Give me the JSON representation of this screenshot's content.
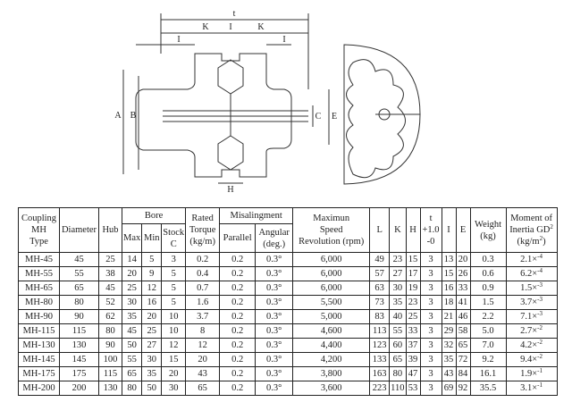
{
  "drawing": {
    "dim_labels": {
      "t": "t",
      "I": "I",
      "K": "K",
      "A": "A",
      "B": "B",
      "C": "C",
      "E": "E",
      "H": "H"
    }
  },
  "table": {
    "headers": {
      "coupling": [
        "Coupling",
        "MH",
        "Type"
      ],
      "diameter": "Diameter",
      "hub": "Hub",
      "bore": "Bore",
      "bore_max": "Max",
      "bore_min": "Min",
      "bore_stock": [
        "Stock",
        "C"
      ],
      "rated": [
        "Rated",
        "Torque",
        "(kg/m)"
      ],
      "misalign": "Misalingment",
      "parallel": "Parallel",
      "angular": [
        "Angular",
        "(deg.)"
      ],
      "speed": [
        "Maximun",
        "Speed",
        "Revolution (rpm)"
      ],
      "L": "L",
      "K": "K",
      "H": "H",
      "t": [
        "t",
        "+1.0",
        "-0"
      ],
      "I": "I",
      "E": "E",
      "weight": [
        "Weight",
        "(kg)"
      ],
      "moment": [
        "Moment of",
        "Inertia GD",
        "(kg/m",
        ")"
      ],
      "moment_sup_2": "2"
    },
    "rows": [
      [
        "MH-45",
        "45",
        "25",
        "14",
        "5",
        "3",
        "0.2",
        "0.2",
        "0.3°",
        "6,000",
        "49",
        "23",
        "15",
        "3",
        "13",
        "20",
        "0.3",
        "2.1×",
        "-4"
      ],
      [
        "MH-55",
        "55",
        "38",
        "20",
        "9",
        "5",
        "0.4",
        "0.2",
        "0.3°",
        "6,000",
        "57",
        "27",
        "17",
        "3",
        "15",
        "26",
        "0.6",
        "6.2×",
        "-4"
      ],
      [
        "MH-65",
        "65",
        "45",
        "25",
        "12",
        "5",
        "0.7",
        "0.2",
        "0.3°",
        "6,000",
        "63",
        "30",
        "19",
        "3",
        "16",
        "33",
        "0.9",
        "1.5×",
        "-3"
      ],
      [
        "MH-80",
        "80",
        "52",
        "30",
        "16",
        "5",
        "1.6",
        "0.2",
        "0.3°",
        "5,500",
        "73",
        "35",
        "23",
        "3",
        "18",
        "41",
        "1.5",
        "3.7×",
        "-3"
      ],
      [
        "MH-90",
        "90",
        "62",
        "35",
        "20",
        "10",
        "3.7",
        "0.2",
        "0.3°",
        "5,000",
        "83",
        "40",
        "25",
        "3",
        "21",
        "46",
        "2.2",
        "7.1×",
        "-3"
      ],
      [
        "MH-115",
        "115",
        "80",
        "45",
        "25",
        "10",
        "8",
        "0.2",
        "0.3°",
        "4,600",
        "113",
        "55",
        "33",
        "3",
        "29",
        "58",
        "5.0",
        "2.7×",
        "-2"
      ],
      [
        "MH-130",
        "130",
        "90",
        "50",
        "27",
        "12",
        "12",
        "0.2",
        "0.3°",
        "4,400",
        "123",
        "60",
        "37",
        "3",
        "32",
        "65",
        "7.0",
        "4.2×",
        "-2"
      ],
      [
        "MH-145",
        "145",
        "100",
        "55",
        "30",
        "15",
        "20",
        "0.2",
        "0.3°",
        "4,200",
        "133",
        "65",
        "39",
        "3",
        "35",
        "72",
        "9.2",
        "9.4×",
        "-2"
      ],
      [
        "MH-175",
        "175",
        "115",
        "65",
        "35",
        "20",
        "43",
        "0.2",
        "0.3°",
        "3,800",
        "163",
        "80",
        "47",
        "3",
        "43",
        "84",
        "16.1",
        "1.9×",
        "-1"
      ],
      [
        "MH-200",
        "200",
        "130",
        "80",
        "50",
        "30",
        "65",
        "0.2",
        "0.3°",
        "3,600",
        "223",
        "110",
        "53",
        "3",
        "69",
        "92",
        "35.5",
        "3.1×",
        "-1"
      ]
    ]
  }
}
